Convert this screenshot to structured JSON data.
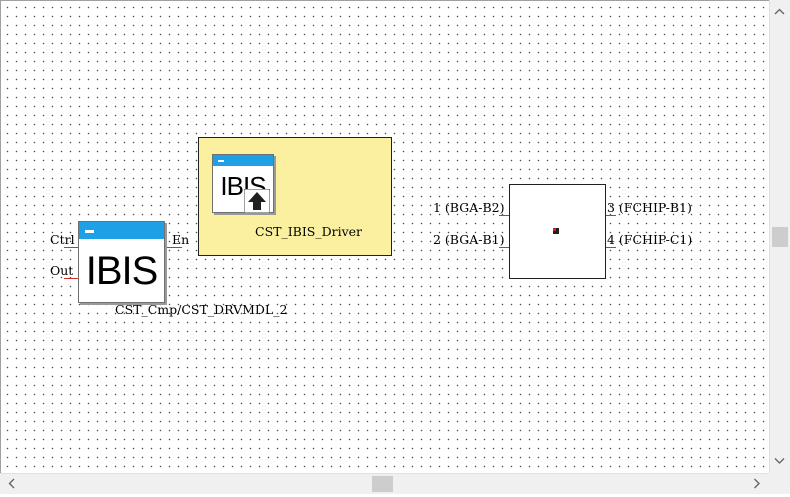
{
  "schematic": {
    "driver_model": {
      "pins": {
        "ctrl": "Ctrl",
        "out": "Out",
        "en": "En"
      },
      "icon_text": "IBIS",
      "instance_label": "CST_Cmp/CST_DRVMDL_2"
    },
    "ibis_driver_block": {
      "icon_text": "IBIS",
      "label": "CST_IBIS_Driver"
    },
    "component": {
      "pins": {
        "p1": "1 (BGA-B2)",
        "p2": "2 (BGA-B1)",
        "p3": "3 (FCHIP-B1)",
        "p4": "4 (FCHIP-C1)"
      }
    }
  },
  "icons": {
    "ibis_driver": "ibis-icon",
    "upload_arrow": "arrow-up-icon",
    "scroll_up": "chevron-up-icon",
    "scroll_down": "chevron-down-icon",
    "scroll_left": "chevron-left-icon",
    "scroll_right": "chevron-right-icon"
  },
  "colors": {
    "driver_block_fill": "#fbf0a0",
    "icon_title_bar": "#1ea0e6",
    "pin_line": "#d03030"
  }
}
